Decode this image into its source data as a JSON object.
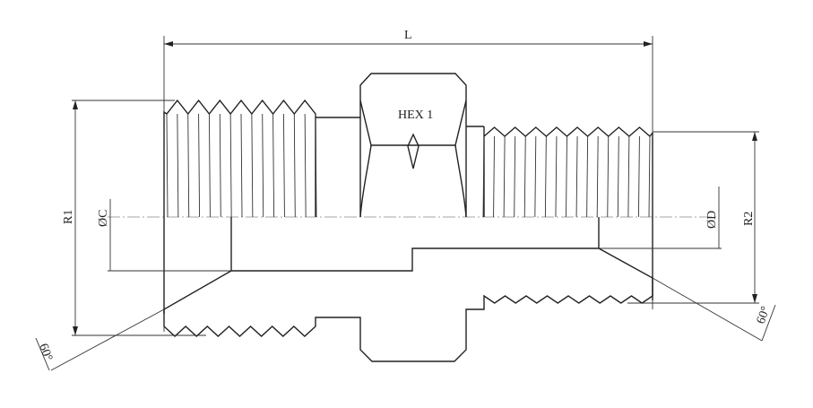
{
  "drawing": {
    "title": "Adapter fitting cross-section",
    "labels": {
      "length": "L",
      "hex": "HEX 1",
      "thread_left": "R1",
      "thread_right": "R2",
      "bore_left": "ØC",
      "bore_right": "ØD",
      "angle_left": "60°",
      "angle_right": "60°"
    }
  }
}
